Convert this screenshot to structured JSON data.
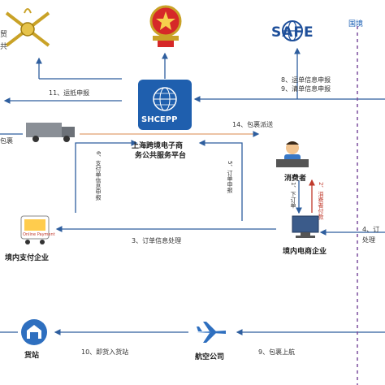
{
  "colors": {
    "arrow": "#2e5e9e",
    "red_arrow": "#c0392b",
    "border_label": "#1a5fb4",
    "border_line": "#7b4f9e"
  },
  "agencies": {
    "safe_logo_text": "SAFE",
    "partial_left_text": "贸\n共"
  },
  "platform": {
    "logo_text": "SHCEPP",
    "name_line1": "上海跨境电子商",
    "name_line2": "务公共服务平台"
  },
  "nodes": {
    "consumer": "消费者",
    "ecommerce": "境内电商企业",
    "payment": "境内支付企业",
    "cargo_station": "货站",
    "airline": "航空公司",
    "online_payment_text": "Online Payment"
  },
  "border": {
    "label": "国境"
  },
  "flows": {
    "f11": "11、运抵申报",
    "f8": "8、运单信息申报",
    "f9": "9、清单信息申报",
    "f14": "14、包裹派送",
    "f_left_parcel": "包裹",
    "f3": "3、订单信息处理",
    "f6": "6、支付单信息申报",
    "f5": "5、订单申报",
    "f1": "1、下订单",
    "f2": "2、消费者付款",
    "f10": "10、即货入货站",
    "f9b": "9、包裹上航",
    "f4_partial_1": "4、订",
    "f4_partial_2": "处理"
  }
}
